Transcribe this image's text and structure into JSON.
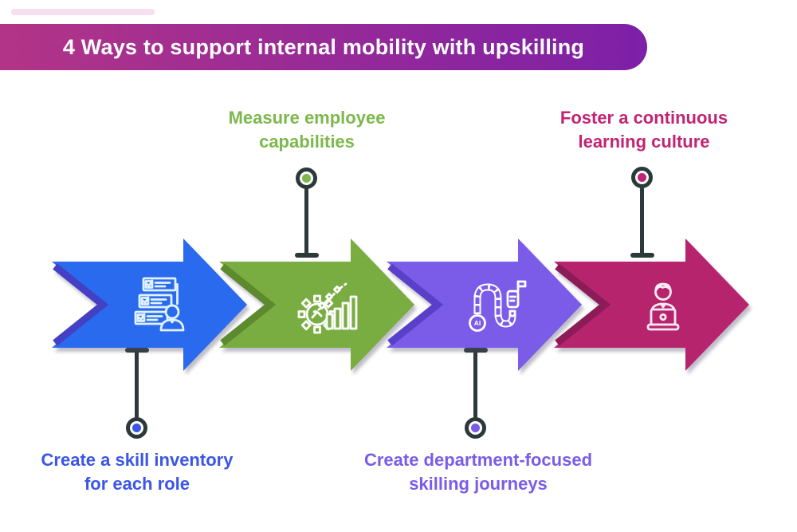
{
  "header": {
    "title": "4 Ways to support internal mobility with upskilling",
    "gradient_from": "#b23487",
    "gradient_to": "#7d20a8",
    "text_color": "#ffffff"
  },
  "connector_color": "#2c393b",
  "background_color": "#ffffff",
  "steps": [
    {
      "order": 1,
      "label": "Create a skill inventory\nfor each role",
      "label_position": "bottom",
      "arrow_color": "#2a6aee",
      "arrow_bevel_color": "#4340c4",
      "text_color": "#3b55e6",
      "icon": "checklist-person-icon",
      "icon_stroke": "#dff2ff"
    },
    {
      "order": 2,
      "label": "Measure employee\ncapabilities",
      "label_position": "top",
      "arrow_color": "#7aad41",
      "arrow_bevel_color": "#5d8a2e",
      "text_color": "#7cb84c",
      "icon": "gear-growth-chart-icon",
      "icon_stroke": "#ffffff"
    },
    {
      "order": 3,
      "label": "Create department-focused\nskilling journeys",
      "label_position": "bottom",
      "arrow_color": "#7b5ce9",
      "arrow_bevel_color": "#5a40c9",
      "text_color": "#7a5ce8",
      "icon": "ai-journey-path-icon",
      "icon_stroke": "#ffffff"
    },
    {
      "order": 4,
      "label": "Foster a continuous\nlearning culture",
      "label_position": "top",
      "arrow_color": "#b7246e",
      "arrow_bevel_color": "#8c1c58",
      "text_color": "#c02474",
      "icon": "person-laptop-icon",
      "icon_stroke": "#fde9f3"
    }
  ]
}
